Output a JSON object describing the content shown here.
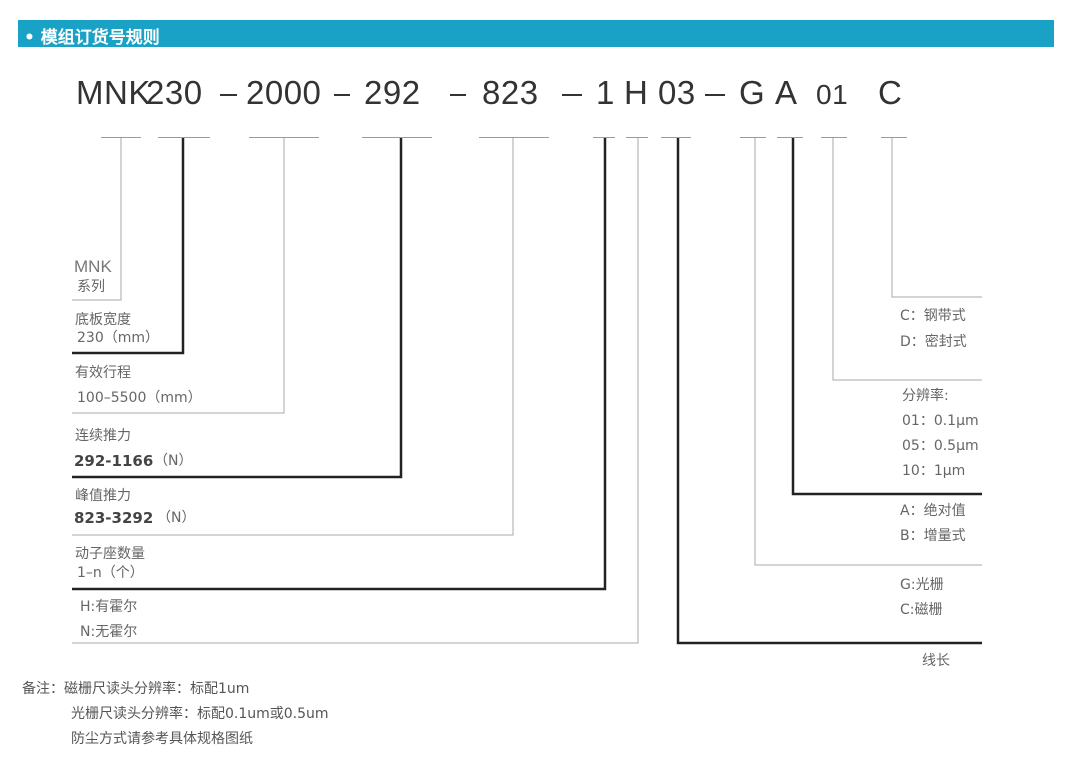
{
  "header": {
    "title": "• 模组订货号规则"
  },
  "code": {
    "seg_mnk": "MNK",
    "seg_230": "230",
    "seg_2000": "2000",
    "seg_292": "292",
    "seg_823": "823",
    "seg_1": "1",
    "seg_h": "H",
    "seg_03": "03",
    "seg_g": "G",
    "seg_a": "A",
    "seg_01": "01",
    "seg_c": "C"
  },
  "left_labels": {
    "series_code": "MNK",
    "series_name": "系列",
    "width_name": "底板宽度",
    "width_value": "230（mm）",
    "stroke_name": "有效行程",
    "stroke_value": "100–5500（mm）",
    "cont_force_name": "连续推力",
    "cont_force_value": "292-1166",
    "cont_force_unit": "（N）",
    "peak_force_name": "峰值推力",
    "peak_force_value": "823-3292",
    "peak_force_unit": "（N）",
    "mover_name": "动子座数量",
    "mover_value": "1–n（个）",
    "hall_h": "H:有霍尔",
    "hall_n": "N:无霍尔"
  },
  "right_labels": {
    "cover_c": "C：钢带式",
    "cover_d": "D：密封式",
    "resolution_name": "分辨率:",
    "res_01": "01：0.1μm",
    "res_05": "05：0.5μm",
    "res_10": "10：1μm",
    "enc_a": "A：绝对值",
    "enc_b": "B：增量式",
    "scale_g": "G:光栅",
    "scale_c": "C:磁栅",
    "cable_length": "线长"
  },
  "notes": {
    "line1": "备注：磁栅尺读头分辨率：标配1um",
    "line2": "光栅尺读头分辨率：标配0.1um或0.5um",
    "line3": "防尘方式请参考具体规格图纸"
  }
}
